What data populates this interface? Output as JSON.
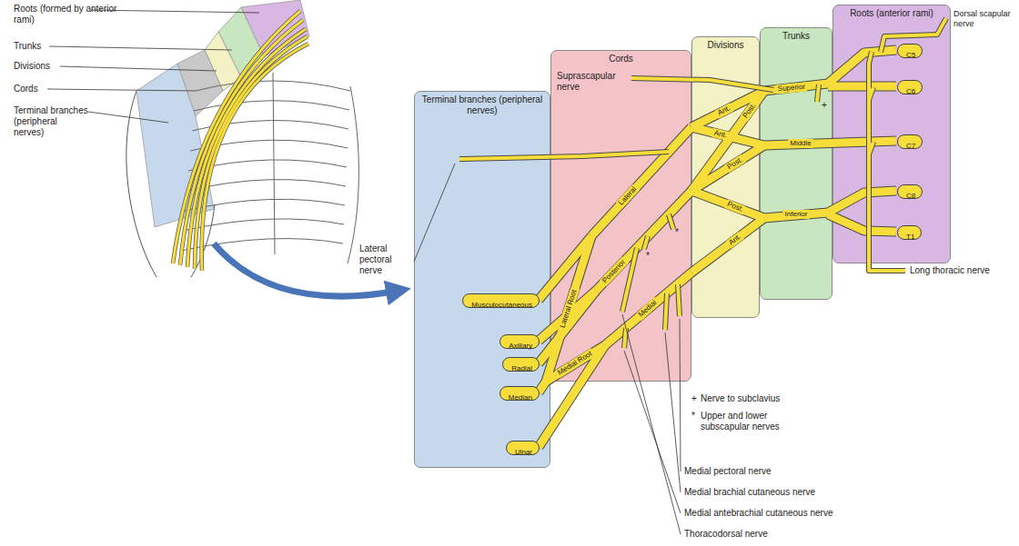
{
  "diagram": {
    "nodes": [
      {
        "text": [
          "Roots (anterior rami)"
        ]
      },
      {
        "text": [
          "C5"
        ],
        "in": 0
      },
      {
        "text": [
          "C6"
        ],
        "in": 0
      },
      {
        "text": [
          "C7"
        ],
        "in": 0
      },
      {
        "text": [
          "C8"
        ],
        "in": 0
      },
      {
        "text": [
          "T1"
        ],
        "in": 0
      },
      {
        "text": [
          "Trunks"
        ]
      },
      {
        "text": [
          "Divisions"
        ]
      },
      {
        "text": [
          "Cords"
        ]
      },
      {
        "text": [
          "Terminal branches (peripheral nerves)"
        ]
      },
      {
        "text": [
          "Musculocutaneous"
        ],
        "in": 9
      },
      {
        "text": [
          "Axillary"
        ],
        "in": 9
      },
      {
        "text": [
          "Radial"
        ],
        "in": 9
      },
      {
        "text": [
          "Median"
        ],
        "in": 9
      },
      {
        "text": [
          "Ulnar"
        ],
        "in": 9
      }
    ],
    "labels": [
      "Roots (formed by anterior rami)",
      "Trunks",
      "Divisions",
      "Cords",
      "Terminal branches (peripheral nerves)",
      "Suprascapular nerve",
      "Dorsal scapular nerve",
      "Superior",
      "Middle",
      "Inferior",
      "Ant.",
      "Post.",
      "Ant.",
      "Post.",
      "Post.",
      "Ant.",
      "Lateral",
      "Posterior",
      "Medial",
      "Lateral Root",
      "Medial Root",
      "+",
      "*",
      "*",
      "Lateral pectoral nerve",
      "Long thoracic nerve",
      "+",
      "Nerve to subclavius",
      "*",
      "Upper and lower subscapular nerves",
      "Medial pectoral nerve",
      "Medial brachial cutaneous nerve",
      "Medial antebrachial cutaneous nerve",
      "Thoracodorsal nerve"
    ]
  }
}
